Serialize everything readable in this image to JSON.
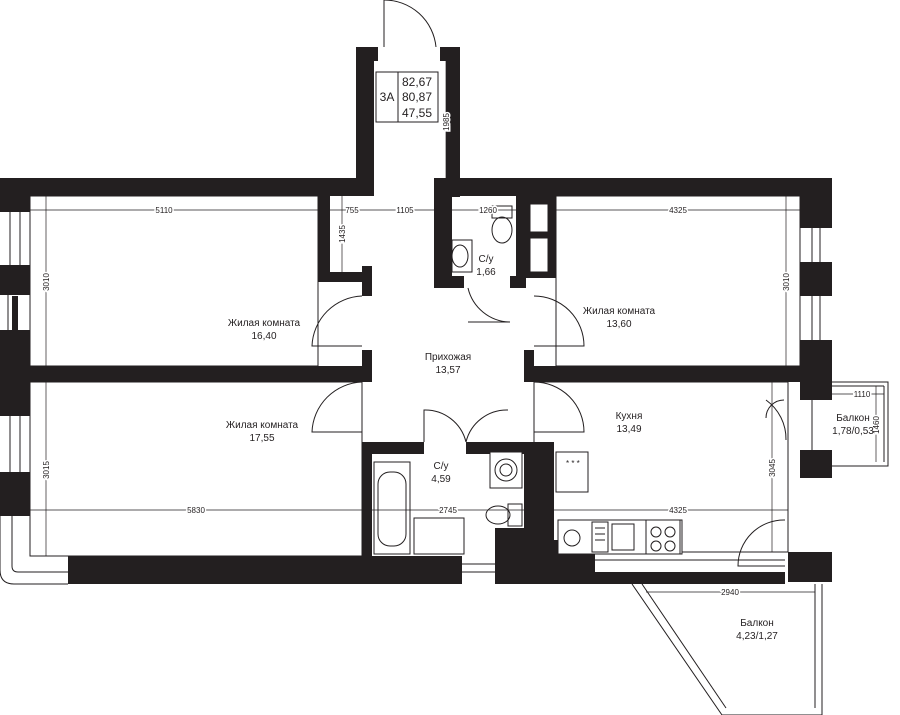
{
  "apartment": {
    "type": "3А",
    "area_total": "82,67",
    "area_without_balcony": "80,87",
    "area_living": "47,55"
  },
  "rooms": {
    "living1": {
      "name": "Жилая комната",
      "area": "16,40"
    },
    "living2": {
      "name": "Жилая комната",
      "area": "17,55"
    },
    "living3": {
      "name": "Жилая комната",
      "area": "13,60"
    },
    "hall": {
      "name": "Прихожая",
      "area": "13,57"
    },
    "bath_small": {
      "name": "С/у",
      "area": "1,66"
    },
    "bath_big": {
      "name": "С/у",
      "area": "4,59"
    },
    "kitchen": {
      "name": "Кухня",
      "area": "13,49"
    },
    "balcony_small": {
      "name": "Балкон",
      "area": "1,78/0,53"
    },
    "balcony_big": {
      "name": "Балкон",
      "area": "4,23/1,27"
    }
  },
  "dimensions": {
    "d5110": "5110",
    "d755": "755",
    "d1105": "1105",
    "d1260": "1260",
    "d4325_top": "4325",
    "d1985": "1985",
    "d1435": "1435",
    "d3010_left": "3010",
    "d3010_right": "3010",
    "d1110": "1110",
    "d1460": "1460",
    "d3015": "3015",
    "d3045": "3045",
    "d5830": "5830",
    "d2745": "2745",
    "d4325_bottom": "4325",
    "d2940": "2940"
  }
}
